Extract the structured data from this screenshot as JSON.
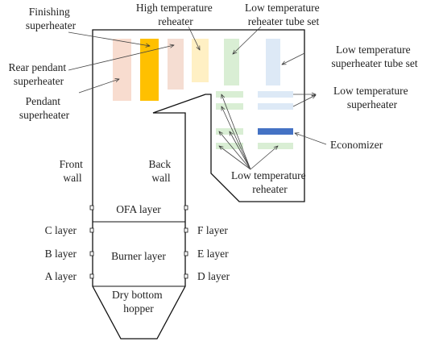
{
  "labels": {
    "finishing_superheater": [
      "Finishing",
      "superheater"
    ],
    "high_temp_reheater": [
      "High temperature",
      "reheater"
    ],
    "low_temp_reheater_tube_set": [
      "Low temperature",
      "reheater tube set"
    ],
    "rear_pendant_superheater": [
      "Rear pendant",
      "superheater"
    ],
    "pendant_superheater": [
      "Pendant",
      "superheater"
    ],
    "low_temp_superheater_tube_set": [
      "Low temperature",
      "superheater tube set"
    ],
    "low_temp_superheater": [
      "Low temperature",
      "superheater"
    ],
    "economizer": "Economizer",
    "low_temp_reheater": [
      "Low temperature",
      "reheater"
    ],
    "front_wall": [
      "Front",
      "wall"
    ],
    "back_wall": [
      "Back",
      "wall"
    ],
    "ofa_layer": "OFA layer",
    "burner_layer": "Burner layer",
    "dry_bottom_hopper": [
      "Dry bottom",
      "hopper"
    ],
    "left_burners": [
      "C layer",
      "B  layer",
      "A  layer"
    ],
    "right_burners": [
      "F layer",
      "E layer",
      "D layer"
    ]
  },
  "colors": {
    "pendant_superheater": "#f8dccf",
    "rear_pendant_superheater": "#ffc000",
    "finishing_superheater": "#f5ddd2",
    "high_temp_reheater": "#fff0c4",
    "low_temp_reheater_tube_set": "#d9eed4",
    "low_temp_superheater_tube_set": "#dde9f6",
    "economizer": "#4472c4",
    "outline": "#111111"
  }
}
